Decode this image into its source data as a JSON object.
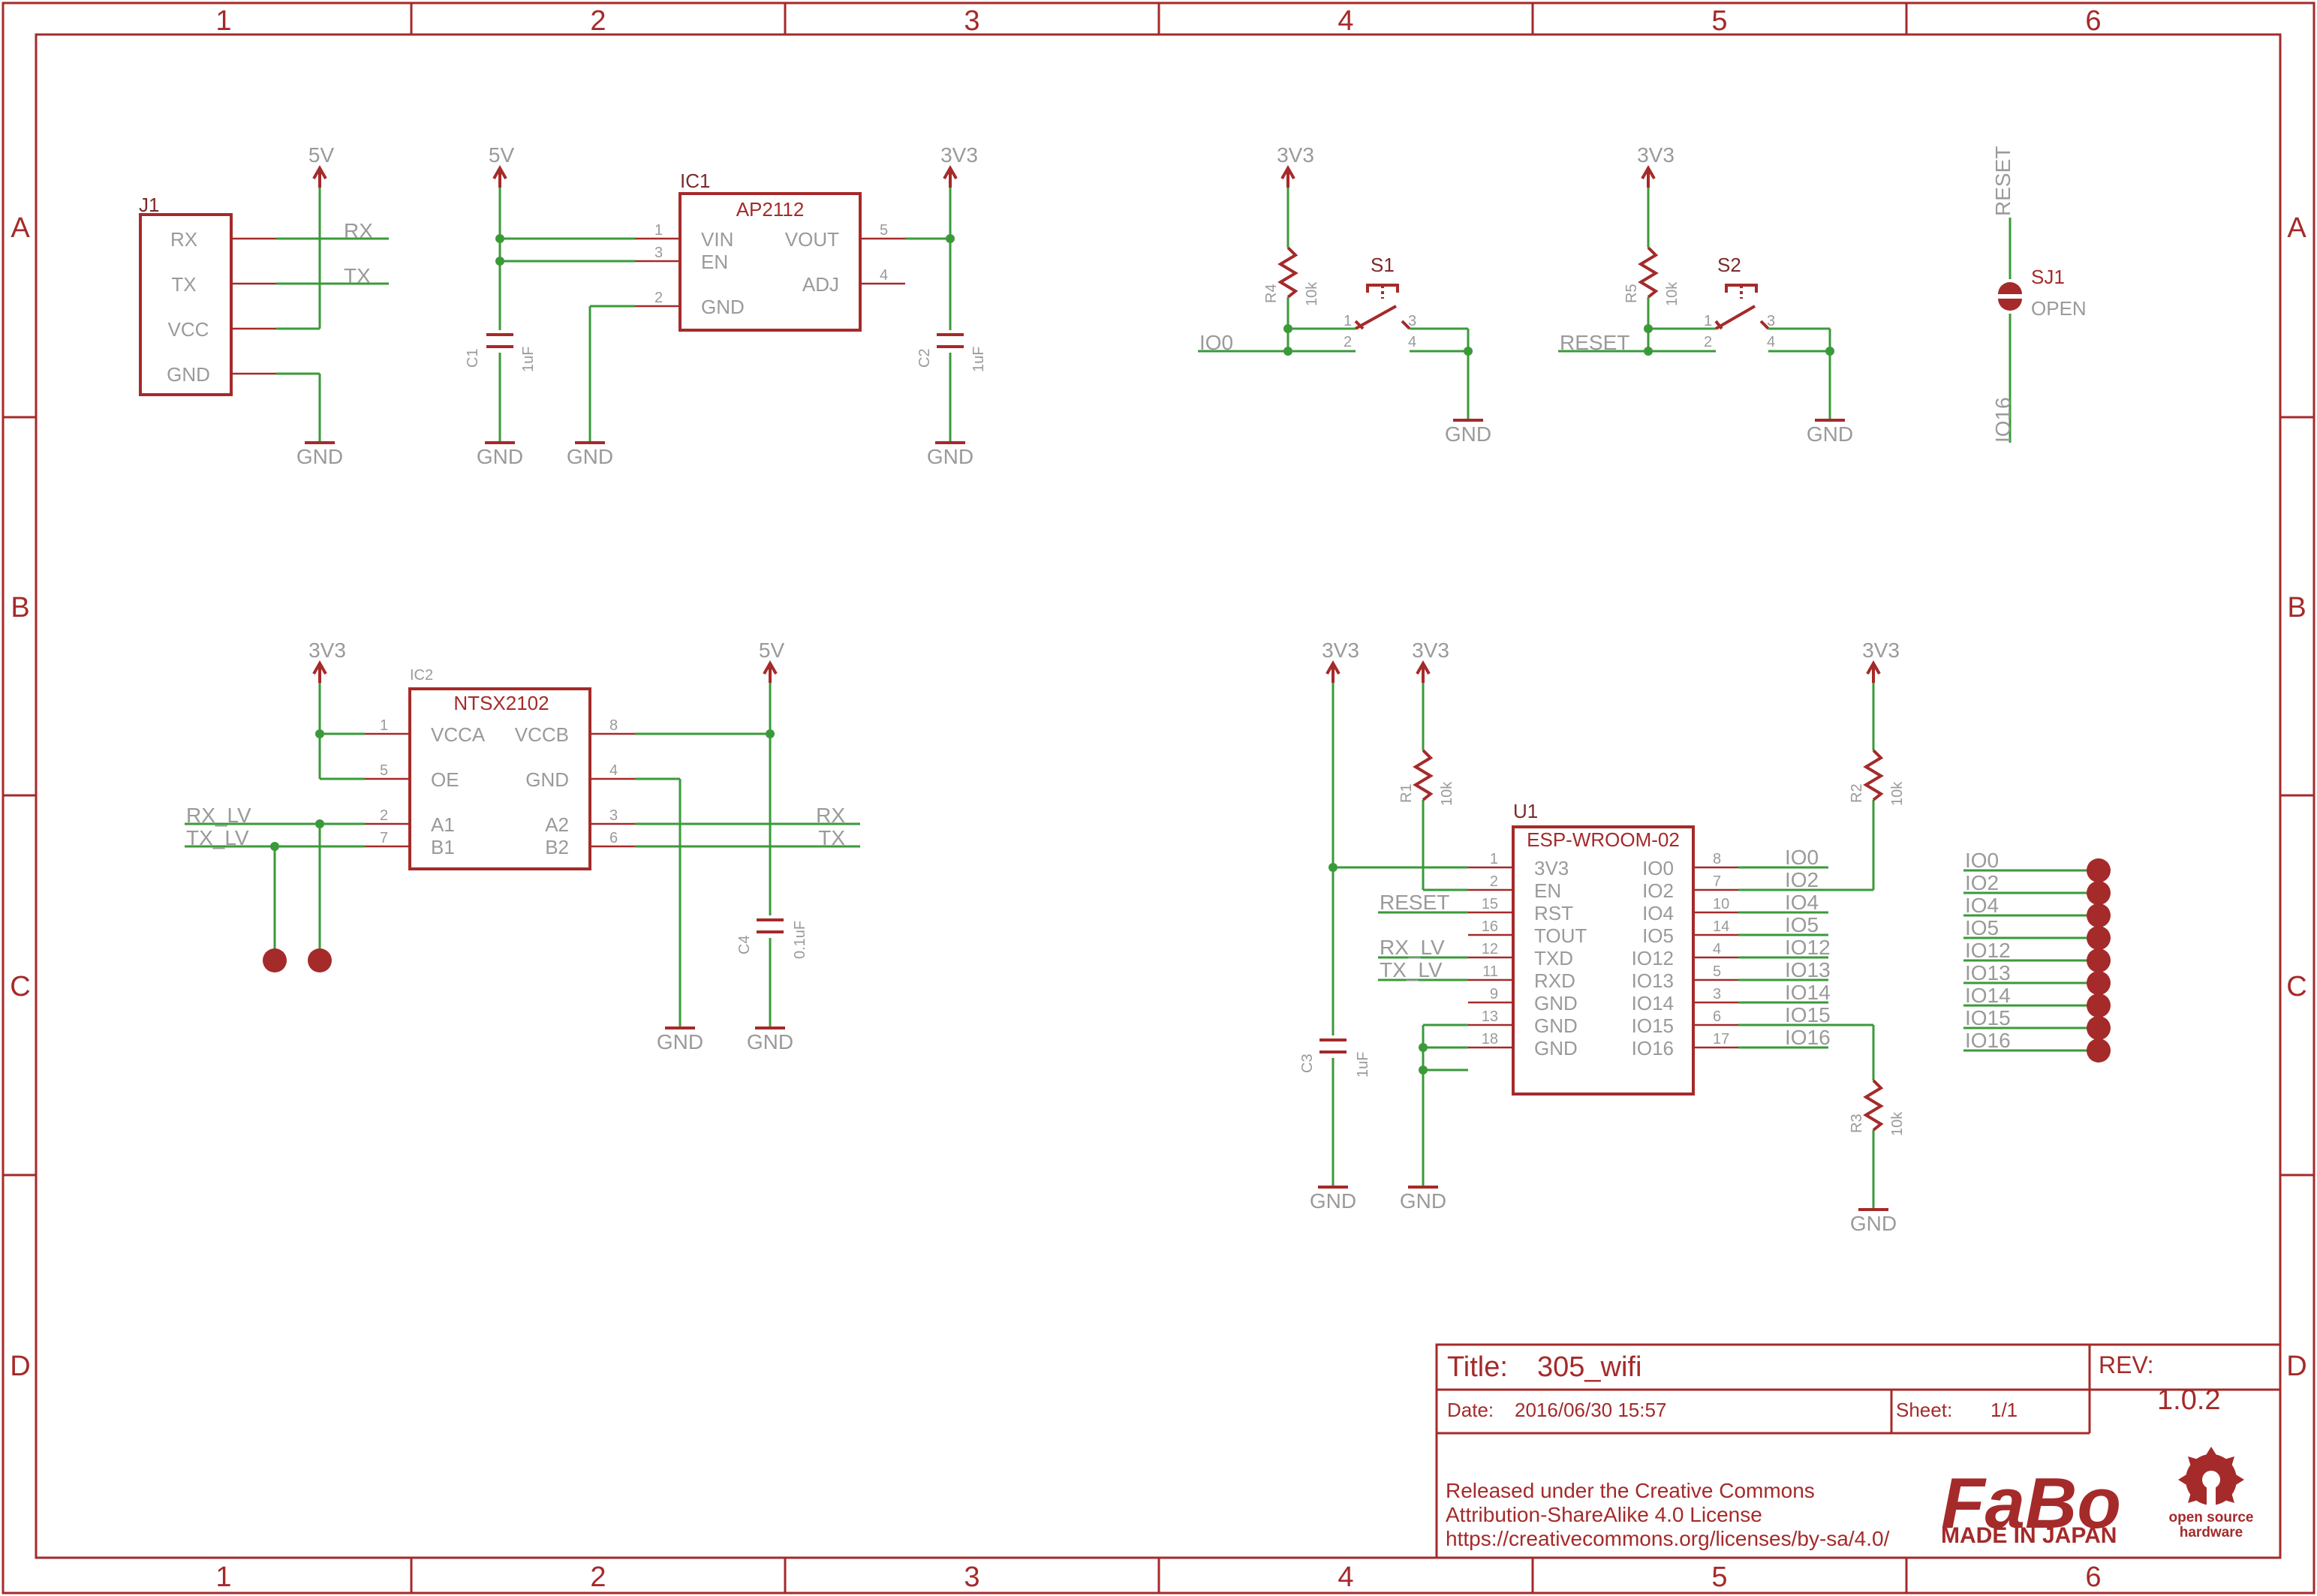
{
  "frame": {
    "columns": [
      "1",
      "2",
      "3",
      "4",
      "5",
      "6"
    ],
    "rows": [
      "A",
      "B",
      "C",
      "D"
    ]
  },
  "title_block": {
    "title_label": "Title:",
    "title": "305_wifi",
    "rev_label": "REV:",
    "rev": "1.0.2",
    "date_label": "Date:",
    "date": "2016/06/30 15:57",
    "sheet_label": "Sheet:",
    "sheet": "1/1",
    "license_line1": "Released under the Creative Commons",
    "license_line2": "Attribution-ShareAlike 4.0 License",
    "license_line3": "https://creativecommons.org/licenses/by-sa/4.0/",
    "logo_text": "FaBo",
    "logo_sub": "MADE IN JAPAN",
    "oshw_line1": "open source",
    "oshw_line2": "hardware"
  },
  "power": {
    "v5": "5V",
    "v33": "3V3",
    "gnd": "GND"
  },
  "j1": {
    "ref": "J1",
    "pins": [
      "RX",
      "TX",
      "VCC",
      "GND"
    ],
    "nets": [
      "RX",
      "TX"
    ]
  },
  "ic1": {
    "ref": "IC1",
    "value": "AP2112",
    "left_pins": [
      {
        "num": "1",
        "name": "VIN"
      },
      {
        "num": "3",
        "name": "EN"
      },
      {
        "num": "2",
        "name": "GND"
      }
    ],
    "right_pins": [
      {
        "num": "5",
        "name": "VOUT"
      },
      {
        "num": "4",
        "name": "ADJ"
      }
    ]
  },
  "c1": {
    "ref": "C1",
    "value": "1uF"
  },
  "c2": {
    "ref": "C2",
    "value": "1uF"
  },
  "c3": {
    "ref": "C3",
    "value": "1uF"
  },
  "c4": {
    "ref": "C4",
    "value": "0.1uF"
  },
  "r1": {
    "ref": "R1",
    "value": "10k"
  },
  "r2": {
    "ref": "R2",
    "value": "10k"
  },
  "r3": {
    "ref": "R3",
    "value": "10k"
  },
  "r4": {
    "ref": "R4",
    "value": "10k"
  },
  "r5": {
    "ref": "R5",
    "value": "10k"
  },
  "s1": {
    "ref": "S1",
    "pins": [
      "1",
      "2",
      "3",
      "4"
    ],
    "net": "IO0"
  },
  "s2": {
    "ref": "S2",
    "pins": [
      "1",
      "2",
      "3",
      "4"
    ],
    "net": "RESET"
  },
  "sj1": {
    "ref": "SJ1",
    "value": "OPEN",
    "top_net": "RESET",
    "bottom_net": "IO16"
  },
  "ic2": {
    "ref": "IC2",
    "value": "NTSX2102",
    "left_pins": [
      {
        "num": "1",
        "name": "VCCA"
      },
      {
        "num": "5",
        "name": "OE"
      },
      {
        "num": "2",
        "name": "A1"
      },
      {
        "num": "7",
        "name": "B1"
      }
    ],
    "right_pins": [
      {
        "num": "8",
        "name": "VCCB"
      },
      {
        "num": "4",
        "name": "GND"
      },
      {
        "num": "3",
        "name": "A2"
      },
      {
        "num": "6",
        "name": "B2"
      }
    ],
    "left_nets": [
      "RX_LV",
      "TX_LV"
    ],
    "right_nets": [
      "RX",
      "TX"
    ]
  },
  "u1": {
    "ref": "U1",
    "value": "ESP-WROOM-02",
    "left_pins": [
      {
        "num": "1",
        "name": "3V3",
        "net": ""
      },
      {
        "num": "2",
        "name": "EN",
        "net": ""
      },
      {
        "num": "15",
        "name": "RST",
        "net": "RESET"
      },
      {
        "num": "16",
        "name": "TOUT",
        "net": ""
      },
      {
        "num": "12",
        "name": "TXD",
        "net": "RX_LV"
      },
      {
        "num": "11",
        "name": "RXD",
        "net": "TX_LV"
      },
      {
        "num": "9",
        "name": "GND",
        "net": ""
      },
      {
        "num": "13",
        "name": "GND",
        "net": ""
      },
      {
        "num": "18",
        "name": "GND",
        "net": ""
      }
    ],
    "right_pins": [
      {
        "num": "8",
        "name": "IO0",
        "net": "IO0"
      },
      {
        "num": "7",
        "name": "IO2",
        "net": "IO2"
      },
      {
        "num": "10",
        "name": "IO4",
        "net": "IO4"
      },
      {
        "num": "14",
        "name": "IO5",
        "net": "IO5"
      },
      {
        "num": "4",
        "name": "IO12",
        "net": "IO12"
      },
      {
        "num": "5",
        "name": "IO13",
        "net": "IO13"
      },
      {
        "num": "3",
        "name": "IO14",
        "net": "IO14"
      },
      {
        "num": "6",
        "name": "IO15",
        "net": "IO15"
      },
      {
        "num": "17",
        "name": "IO16",
        "net": "IO16"
      }
    ]
  },
  "header_nets": [
    "IO0",
    "IO2",
    "IO4",
    "IO5",
    "IO12",
    "IO13",
    "IO14",
    "IO15",
    "IO16"
  ],
  "colors": {
    "symbol": "#a52a2a",
    "net": "#3a9a3a",
    "label": "#9a9a9a"
  }
}
